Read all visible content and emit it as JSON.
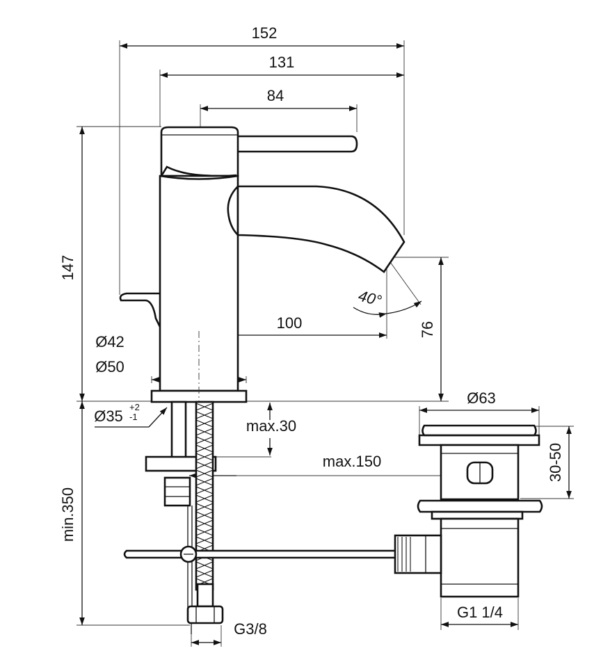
{
  "dimensions": {
    "overall_length": "152",
    "spout_length": "131",
    "lever_length": "84",
    "height": "147",
    "spout_reach": "100",
    "outlet_height": "76",
    "angle": "40°",
    "dia_42": "Ø42",
    "dia_50": "Ø50",
    "dia_35": "Ø35",
    "tol_plus": "+2",
    "tol_minus": "-1",
    "deck_thickness": "max.30",
    "rod_length": "max.150",
    "waste_dia": "Ø63",
    "waste_height": "30-50",
    "hose_length": "min.350",
    "hose_thread": "G3/8",
    "waste_thread": "G1 1/4"
  },
  "colors": {
    "line": "#111111",
    "background": "#ffffff"
  }
}
